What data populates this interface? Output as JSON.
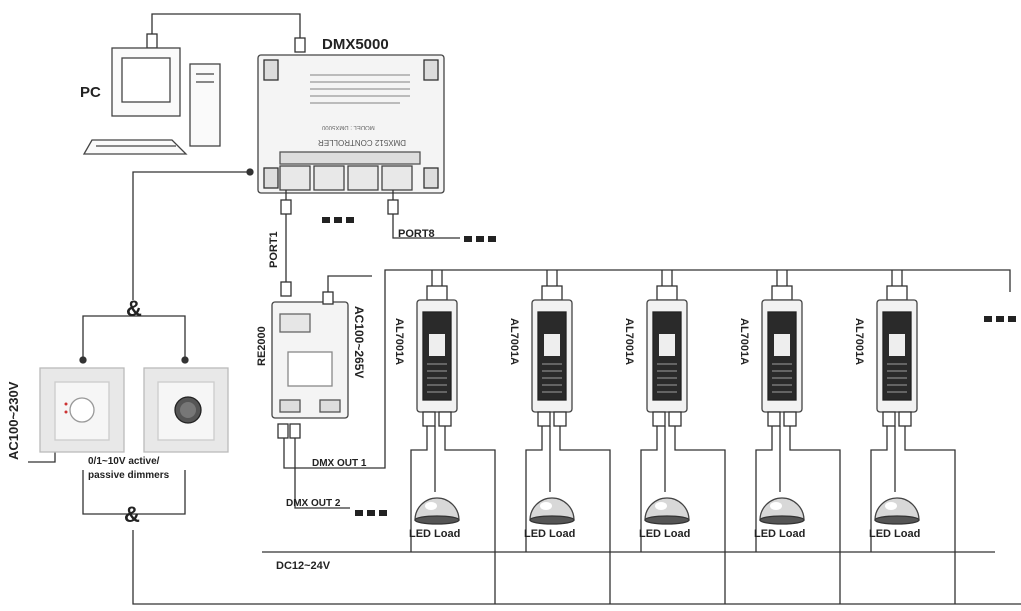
{
  "labels": {
    "pc": "PC",
    "controller": "DMX5000",
    "port1": "PORT1",
    "port8": "PORT8",
    "repeater": "RE2000",
    "repeater_power": "AC100~265V",
    "dimmer_power": "AC100~230V",
    "dimmer_caption_1": "0/1~10V active/",
    "dimmer_caption_2": "passive dimmers",
    "and_symbol": "&",
    "dmx_out_1": "DMX OUT 1",
    "dmx_out_2": "DMX OUT 2",
    "dc_supply": "DC12~24V",
    "driver_model": "AL7001A",
    "led_load": "LED Load",
    "ellipsis": "■ ■ ■"
  },
  "controller_face": {
    "title": "DMX512 CONTROLLER",
    "model": "MODEL : DMX5000"
  },
  "drivers": [
    {
      "model": "AL7001A",
      "load": "LED Load"
    },
    {
      "model": "AL7001A",
      "load": "LED Load"
    },
    {
      "model": "AL7001A",
      "load": "LED Load"
    },
    {
      "model": "AL7001A",
      "load": "LED Load"
    },
    {
      "model": "AL7001A",
      "load": "LED Load"
    }
  ],
  "colors": {
    "line": "#333333",
    "device_fill": "#f2f2f2",
    "device_stroke": "#444444",
    "panel_fill": "#e6e6e6"
  }
}
